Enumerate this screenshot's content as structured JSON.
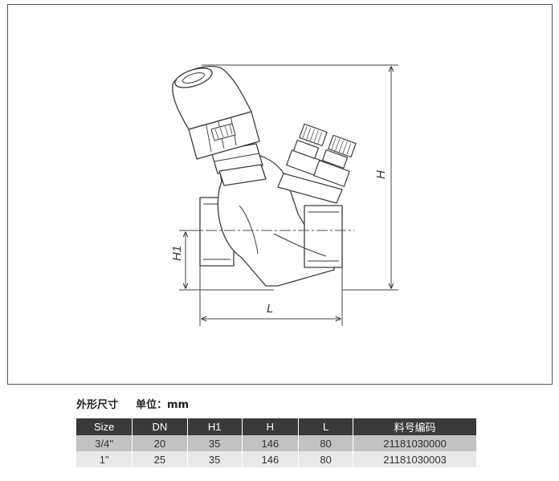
{
  "drawing": {
    "dimension_labels": {
      "H": "H",
      "H1": "H1",
      "L": "L"
    },
    "colors": {
      "outline": "#3a3a3a",
      "dimension_line": "#444444",
      "centerline": "#555555"
    }
  },
  "caption": {
    "title": "外形尺寸",
    "unit": "单位：mm"
  },
  "table": {
    "headers": [
      "Size",
      "DN",
      "H1",
      "H",
      "L",
      "料号编码"
    ],
    "rows": [
      [
        "3/4\"",
        "20",
        "35",
        "146",
        "80",
        "21181030000"
      ],
      [
        "1\"",
        "25",
        "35",
        "146",
        "80",
        "21181030003"
      ]
    ],
    "colors": {
      "header_bg": "#3a3a3a",
      "row_dark": "#c2c2c2",
      "row_light": "#e9e9e9"
    }
  }
}
